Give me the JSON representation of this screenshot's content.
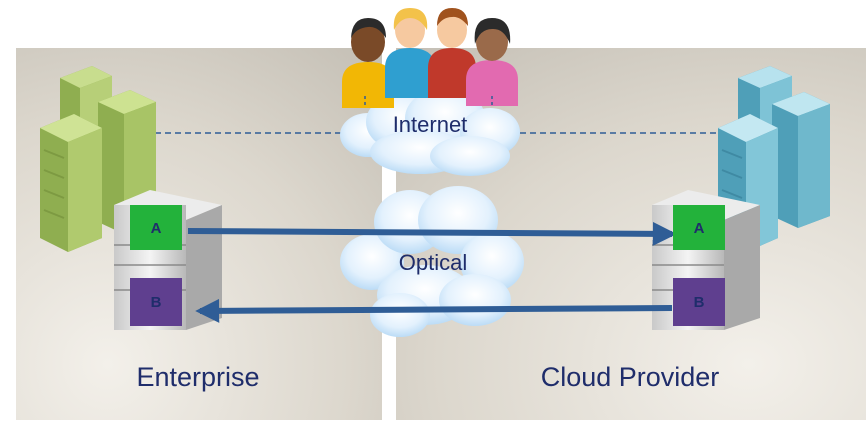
{
  "diagram": {
    "labels": {
      "internet": "Internet",
      "optical": "Optical",
      "enterprise": "Enterprise",
      "cloud_provider": "Cloud Provider"
    },
    "ports": {
      "enterprise_a": "A",
      "enterprise_b": "B",
      "cloud_a": "A",
      "cloud_b": "B"
    },
    "colors": {
      "panel_light": "#efebe3",
      "panel_dark": "#c9c4ba",
      "server_green": "#a9c46a",
      "server_teal": "#6fb8cc",
      "port_a": "#23b23b",
      "port_b": "#5f3f8f",
      "arrow": "#2f5d96",
      "cloud": "#cfe6fa",
      "people": [
        "#f2b705",
        "#2f9fd0",
        "#c0392b",
        "#e26ab0"
      ]
    }
  }
}
